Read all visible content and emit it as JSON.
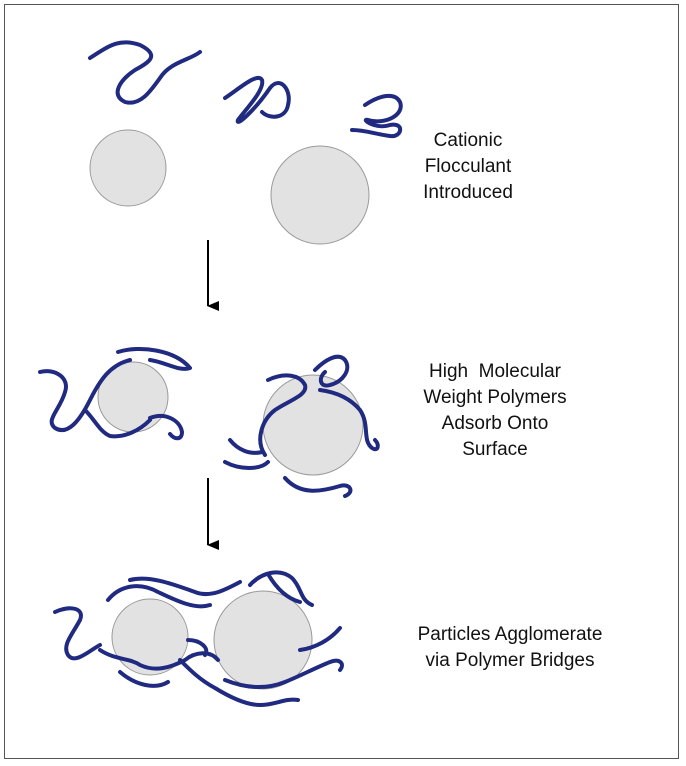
{
  "stages": [
    {
      "label_lines": [
        "Cationic",
        "Flocculant",
        "Introduced"
      ]
    },
    {
      "label_lines": [
        "High  Molecular",
        "Weight Polymers",
        "Adsorb Onto",
        "Surface"
      ]
    },
    {
      "label_lines": [
        "Particles Agglomerate",
        "via Polymer Bridges"
      ]
    }
  ],
  "colors": {
    "polymer": "#1f2a80",
    "particle_fill": "#e2e2e2",
    "particle_stroke": "#9a9a9a",
    "arrow": "#000000"
  }
}
